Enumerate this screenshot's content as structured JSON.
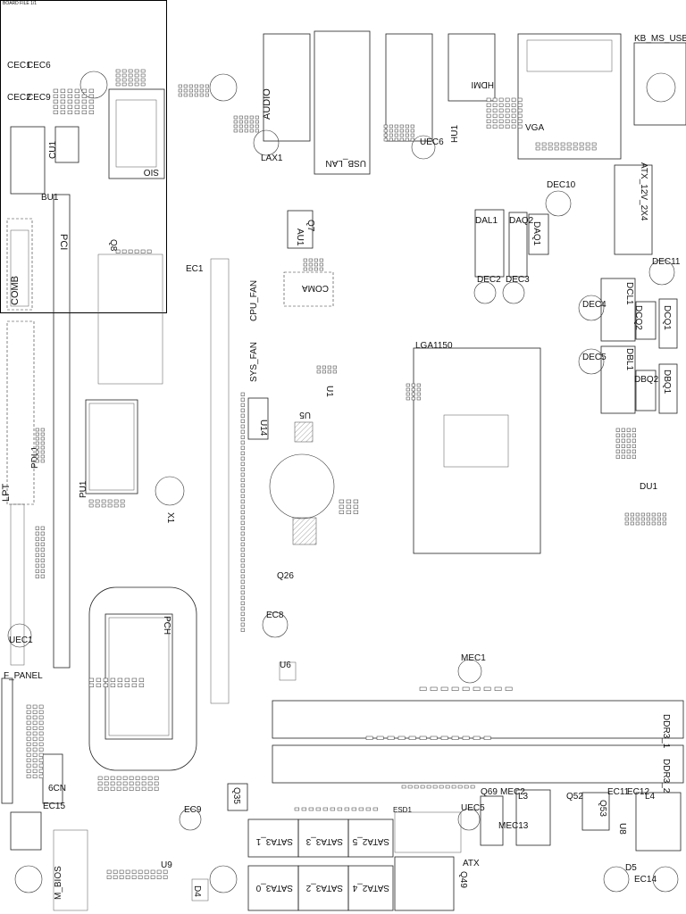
{
  "header_text": "BOARD FILE  1/1",
  "labels": {
    "cec1": "CEC1",
    "cec6": "CEC6",
    "cec2": "CEC2",
    "cec9": "CEC9",
    "cu1": "CU1",
    "bu1": "BU1",
    "pci": "PCI",
    "comb": "COMB",
    "sio": "SIO",
    "audio": "AUDIO",
    "lax1": "LAX1",
    "usb_lan": "USB_LAN",
    "hdmi": "HDMI",
    "hu1": "HU1",
    "uec6": "UEC6",
    "vga": "VGA",
    "kb_ms_usb": "KB_MS_USB",
    "atx_12v_2x4": "ATX_12V_2X4",
    "dec10": "DEC10",
    "dec11": "DEC11",
    "dal1": "DAL1",
    "daq2": "DAQ2",
    "daq1": "DAQ1",
    "dec2": "DEC2",
    "dec3": "DEC3",
    "au1": "AU1",
    "q7": "Q7",
    "coma": "COMA",
    "ec1": "EC1",
    "q8": "Q8",
    "cpu_fan": "CPU_FAN",
    "sys_fan": "SYS_FAN",
    "u1": "U1",
    "u5": "U5",
    "u14": "U14",
    "lga1150": "LGA1150",
    "dcl1": "DCL1",
    "dcq2": "DCQ2",
    "dcq1": "DCQ1",
    "dec4": "DEC4",
    "dec5": "DEC5",
    "dbl1": "DBL1",
    "dbq2": "DBQ2",
    "dbq1": "DBQ1",
    "du1": "DU1",
    "lpt": "LPT",
    "pdl1": "PDL1",
    "pu1": "PU1",
    "x1": "X1",
    "q26": "Q26",
    "ec8": "EC8",
    "pch": "PCH",
    "uec1": "UEC1",
    "f_panel": "F_PANEL",
    "u6": "U6",
    "mec1": "MEC1",
    "ddr3_1": "DDR3_1",
    "ddr3_2": "DDR3_2",
    "ec15": "EC15",
    "ec9": "EC9",
    "q35": "Q35",
    "sata3_1": "SATA3_1",
    "sata3_3": "SATA3_3",
    "sata2_5": "SATA2_5",
    "sata3_0": "SATA3_0",
    "sata3_2": "SATA3_2",
    "sata2_4": "SATA2_4",
    "esd1": "ESD1",
    "uec5": "UEC5",
    "q69": "Q69",
    "mec2": "MEC2",
    "mec13": "MEC13",
    "l3": "L3",
    "q52": "Q52",
    "q53": "Q53",
    "ec11": "EC11",
    "ec12": "EC12",
    "l4": "L4",
    "u8": "U8",
    "d5": "D5",
    "ec14": "EC14",
    "atx": "ATX",
    "q49": "Q49",
    "u9": "U9",
    "d4": "D4",
    "m_bios": "M_BIOS",
    "con": "6CN"
  }
}
